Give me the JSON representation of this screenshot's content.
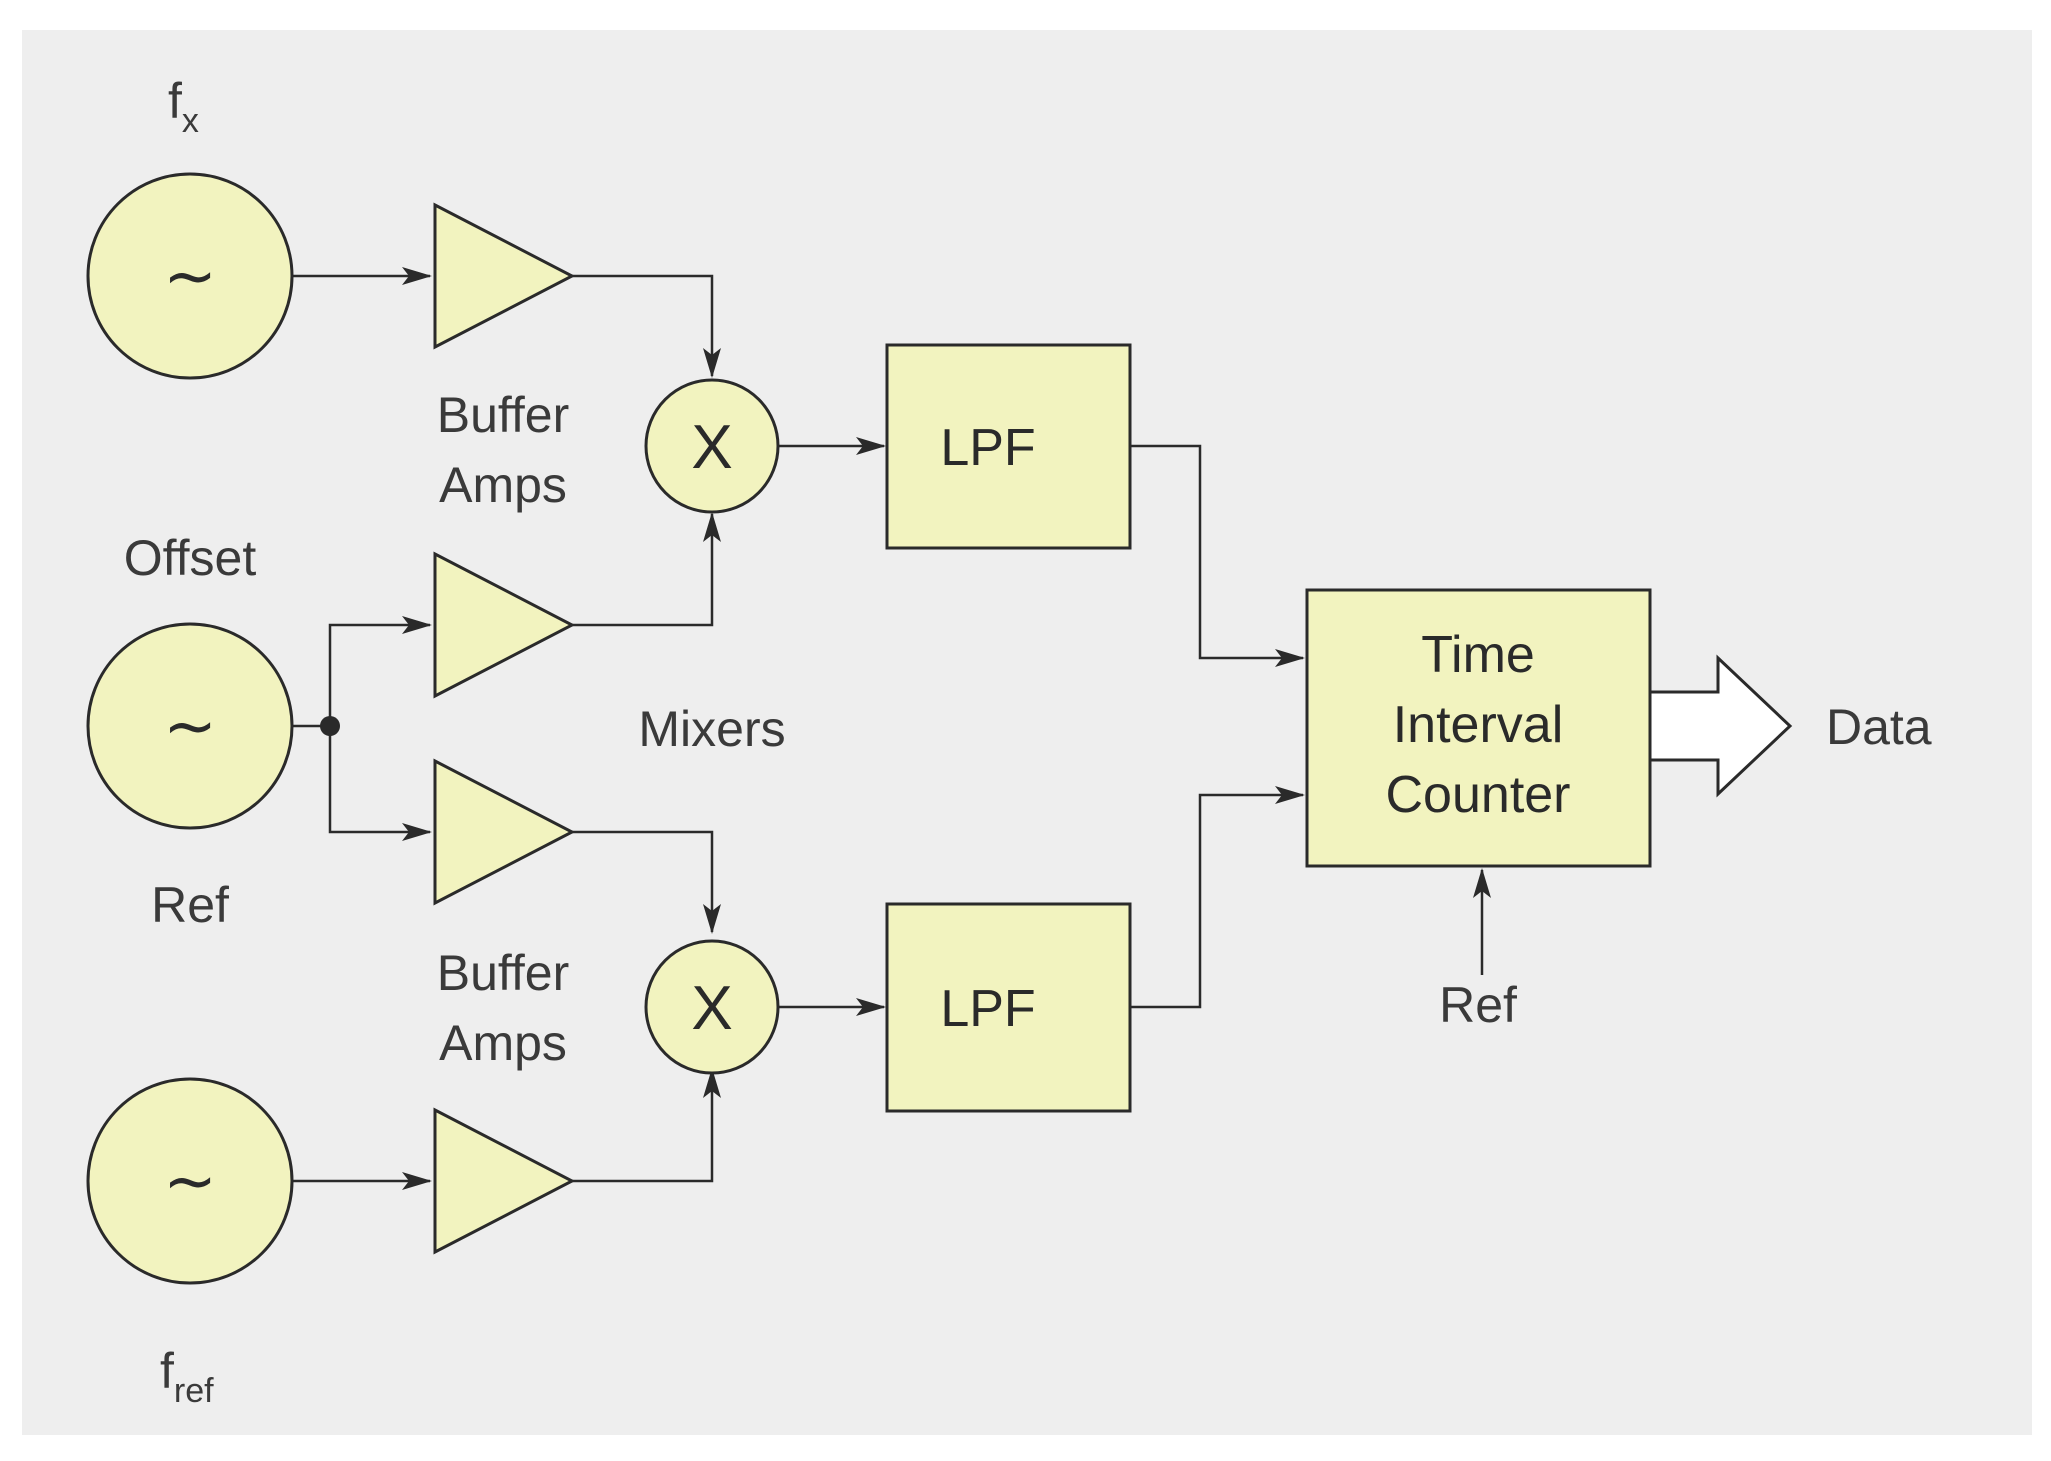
{
  "diagram": {
    "oscillators": {
      "fx": {
        "symbol": "~",
        "label": "f",
        "label_sub": "x"
      },
      "offset_ref": {
        "symbol": "~",
        "label_top": "Offset",
        "label_bottom": "Ref"
      },
      "fref": {
        "symbol": "~",
        "label": "f",
        "label_sub": "ref"
      }
    },
    "buffer_amps_top": {
      "line1": "Buffer",
      "line2": "Amps"
    },
    "buffer_amps_bottom": {
      "line1": "Buffer",
      "line2": "Amps"
    },
    "mixers": {
      "label": "Mixers",
      "symbol": "X"
    },
    "lpf_top": {
      "label": "LPF"
    },
    "lpf_bottom": {
      "label": "LPF"
    },
    "time_interval_counter": {
      "line1": "Time",
      "line2": "Interval",
      "line3": "Counter"
    },
    "counter_ref": {
      "label": "Ref"
    },
    "output": {
      "label": "Data"
    },
    "colors": {
      "block_fill": "#f2f3bf",
      "stroke": "#2a2a2a",
      "background": "#eeeeee"
    }
  }
}
